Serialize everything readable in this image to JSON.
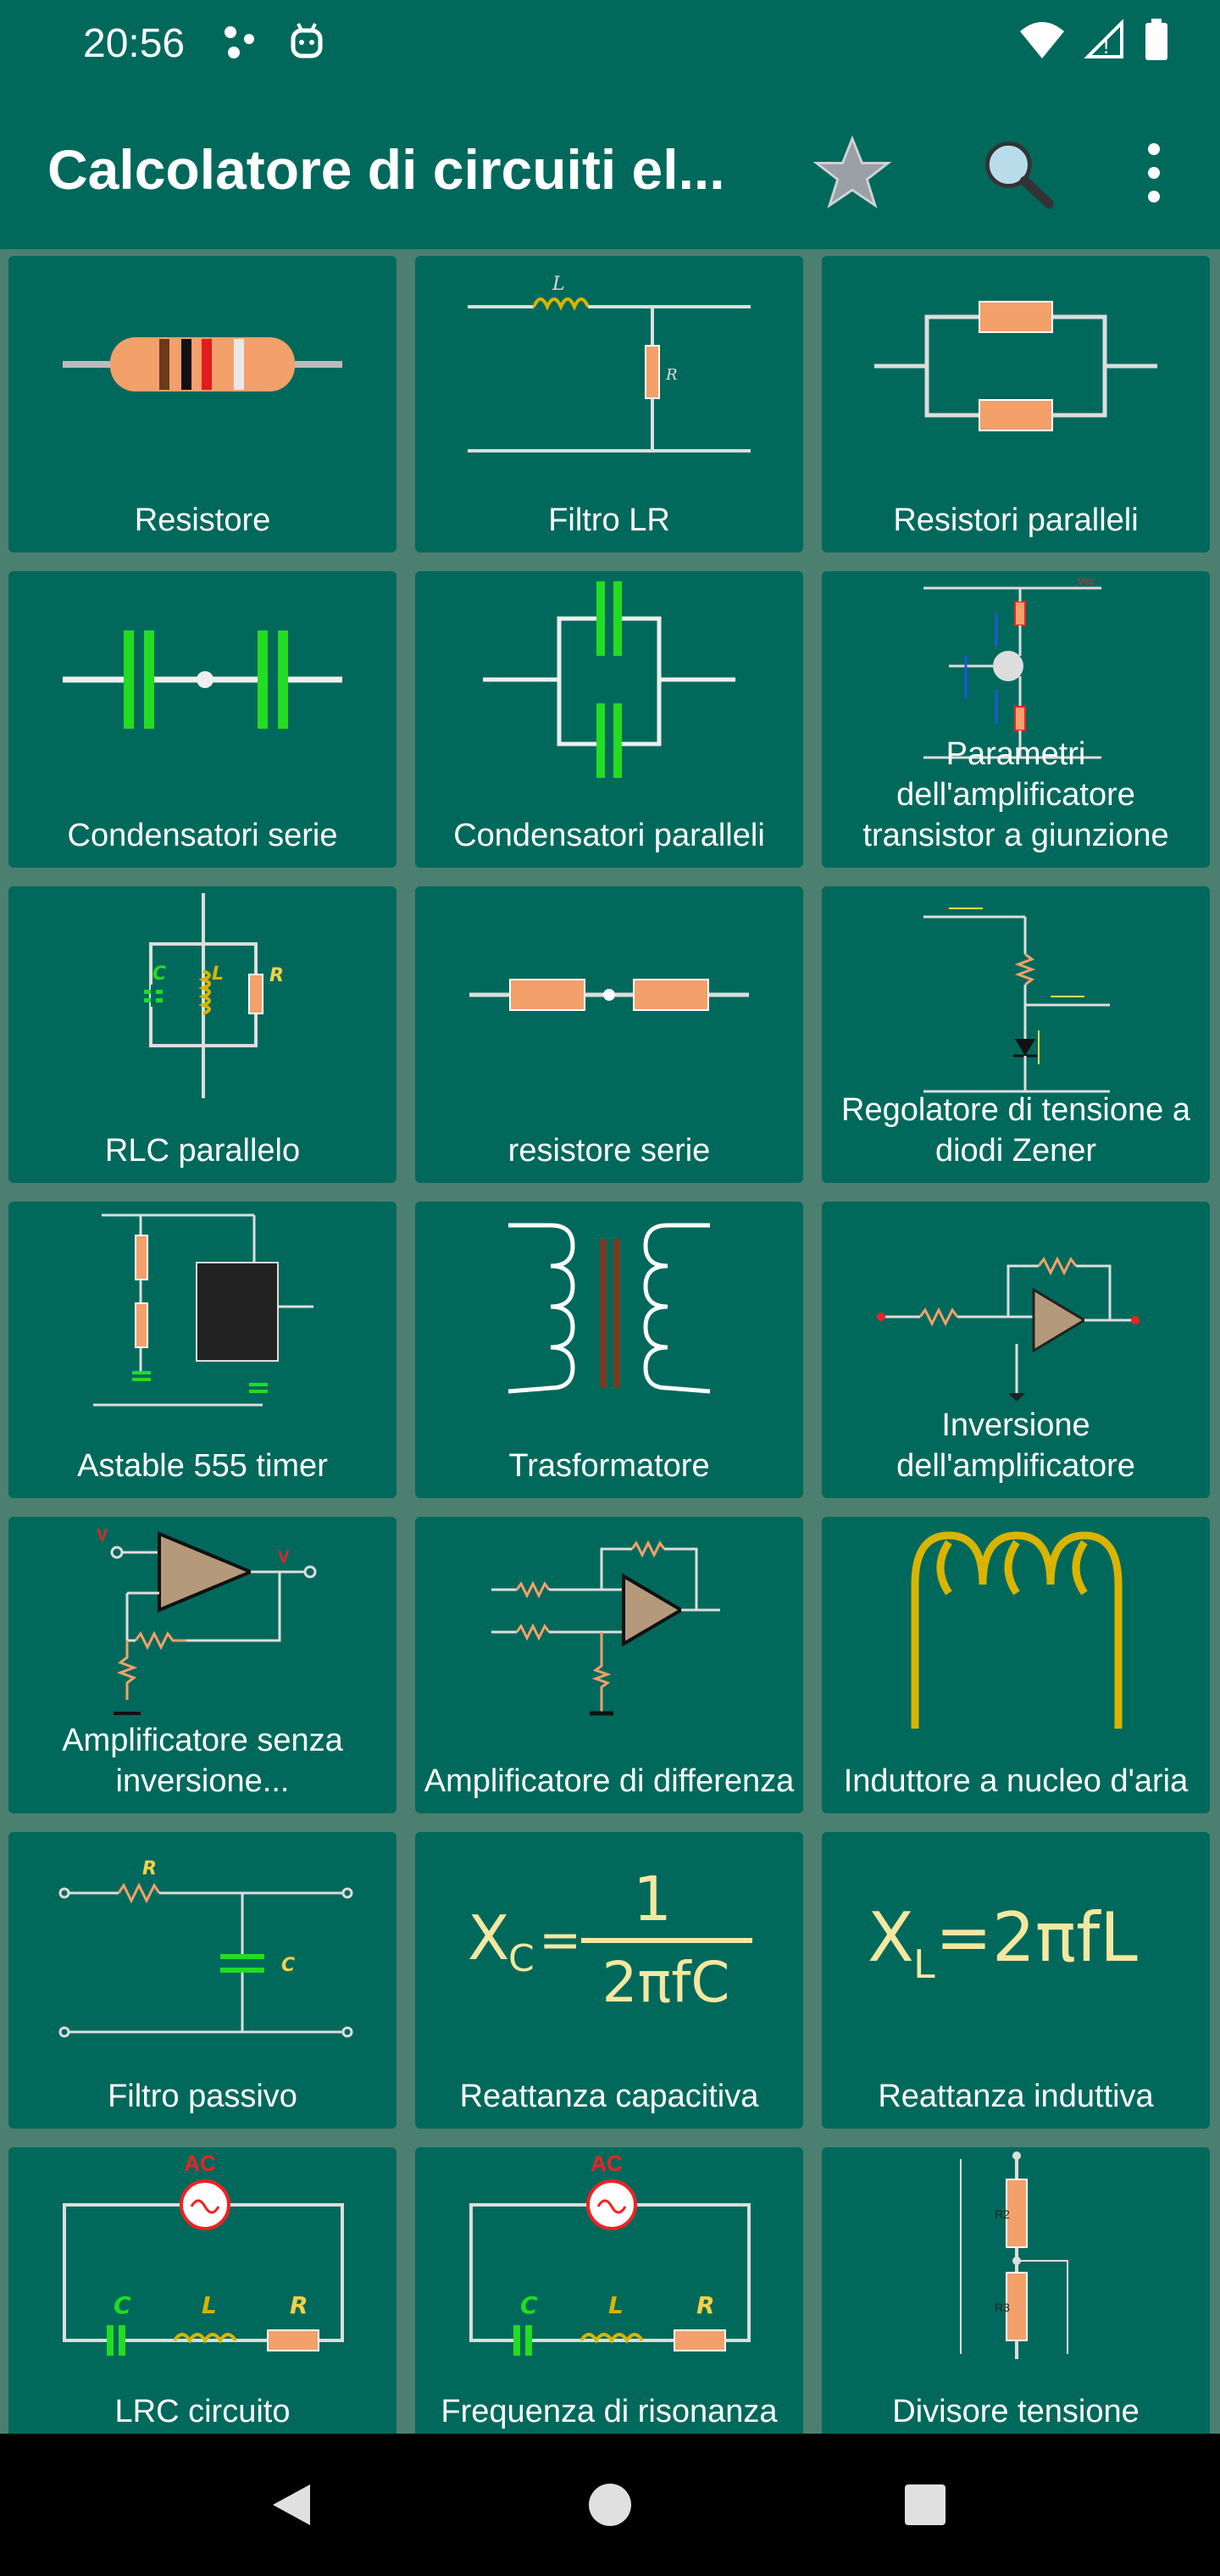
{
  "status_bar": {
    "time": "20:56"
  },
  "app_bar": {
    "title": "Calcolatore di circuiti el...",
    "favorite_icon": "star-icon",
    "search_icon": "search-icon",
    "menu_icon": "more-vert-icon"
  },
  "tiles": [
    {
      "label": "Resistore",
      "icon": "resistor-icon"
    },
    {
      "label": "Filtro LR",
      "icon": "lr-filter-icon"
    },
    {
      "label": "Resistori paralleli",
      "icon": "parallel-resistors-icon"
    },
    {
      "label": "Condensatori serie",
      "icon": "series-capacitors-icon"
    },
    {
      "label": "Condensatori paralleli",
      "icon": "parallel-capacitors-icon"
    },
    {
      "label": "Parametri dell'amplificatore transistor a giunzione",
      "icon": "bjt-amplifier-icon"
    },
    {
      "label": "RLC parallelo",
      "icon": "rlc-parallel-icon"
    },
    {
      "label": "resistore serie",
      "icon": "series-resistors-icon"
    },
    {
      "label": "Regolatore di tensione a diodi Zener",
      "icon": "zener-regulator-icon"
    },
    {
      "label": "Astable 555 timer",
      "icon": "timer-555-icon"
    },
    {
      "label": "Trasformatore",
      "icon": "transformer-icon"
    },
    {
      "label": "Inversione dell'amplificatore",
      "icon": "inverting-amplifier-icon"
    },
    {
      "label": "Amplificatore senza inversione...",
      "icon": "non-inverting-amplifier-icon"
    },
    {
      "label": "Amplificatore di differenza",
      "icon": "difference-amplifier-icon"
    },
    {
      "label": "Induttore a nucleo d'aria",
      "icon": "air-core-inductor-icon"
    },
    {
      "label": "Filtro passivo",
      "icon": "passive-filter-icon"
    },
    {
      "label": "Reattanza capacitiva",
      "icon": "capacitive-reactance-icon"
    },
    {
      "label": "Reattanza induttiva",
      "icon": "inductive-reactance-icon"
    },
    {
      "label": "LRC circuito",
      "icon": "lrc-circuit-icon"
    },
    {
      "label": "Frequenza di risonanza",
      "icon": "resonance-frequency-icon"
    },
    {
      "label": "Divisore tensione",
      "icon": "voltage-divider-icon"
    }
  ],
  "illustration_text": {
    "L": "L",
    "R": "R",
    "C": "C",
    "AC": "AC",
    "xc_lhs": "X",
    "xc_sub": "C",
    "xc_num": "1",
    "xc_den": "2πfC",
    "xl_lhs": "X",
    "xl_sub": "L",
    "xl_rhs": "=2πfL"
  },
  "nav_bar": {
    "back_icon": "back-triangle-icon",
    "home_icon": "home-circle-icon",
    "recents_icon": "recents-square-icon"
  },
  "colors": {
    "background": "#4b7f6f",
    "bar": "#00695c",
    "card": "#00695c",
    "wire": "#e6e6e6",
    "resistor": "#f4a06a",
    "capacitor": "#22dd22",
    "inductor": "#d9b400"
  }
}
